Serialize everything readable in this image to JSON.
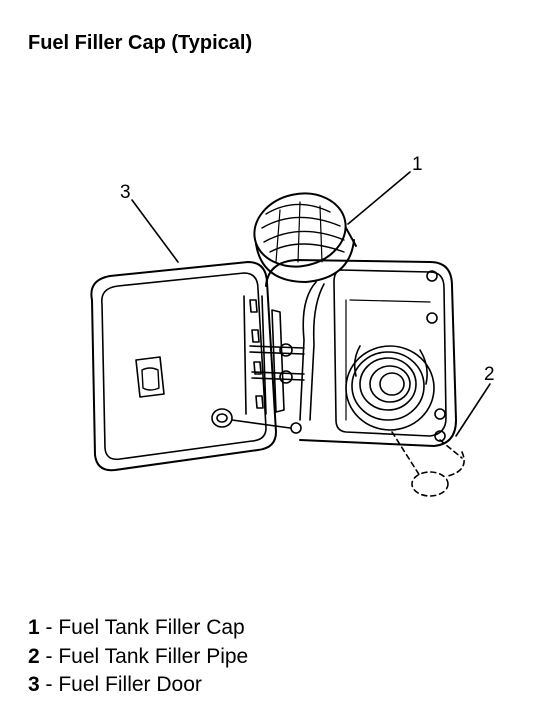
{
  "title": "Fuel Filler Cap (Typical)",
  "callouts": [
    "1",
    "2",
    "3"
  ],
  "separator": " - ",
  "legend": [
    {
      "num": "1",
      "label": "Fuel Tank Filler Cap"
    },
    {
      "num": "2",
      "label": "Fuel Tank Filler Pipe"
    },
    {
      "num": "3",
      "label": "Fuel Filler Door"
    }
  ]
}
